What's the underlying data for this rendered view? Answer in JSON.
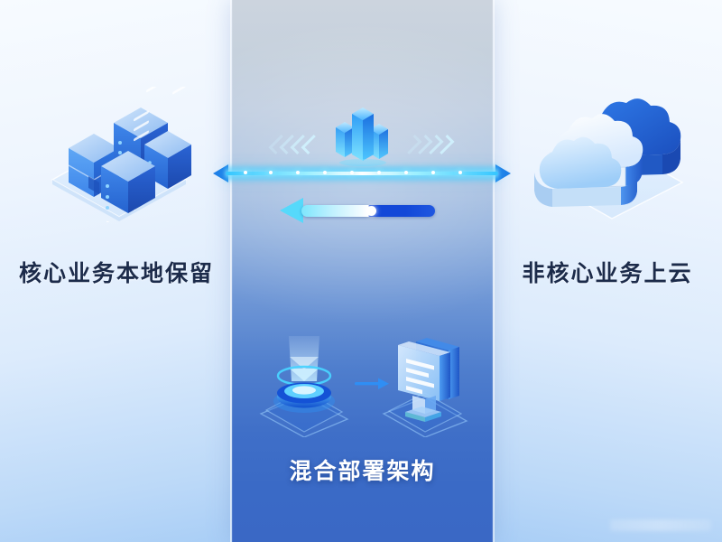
{
  "scene": {
    "title_left": "核心业务本地保留",
    "title_right": "非核心业务上云",
    "title_bottom": "混合部署架构",
    "watermark": ""
  },
  "colors": {
    "accent_cyan": "#3ec8ff",
    "accent_blue": "#1f7fe8",
    "deep_blue": "#1348d8",
    "panel_top": "#ccd4de",
    "panel_bottom": "#3a68c5",
    "text_dark": "#1c2b4a",
    "text_light": "#ffffff"
  },
  "icons": {
    "left": "server-rack-datacenter-icon",
    "right": "cloud-stack-icon",
    "center_top": "city-towers-icon",
    "bottom_source": "data-beam-portal-icon",
    "bottom_target": "monitor-document-icon",
    "connector": "bidirectional-data-beam",
    "progress": "left-arrow-progress-bar"
  },
  "progress": {
    "percent": 50
  }
}
